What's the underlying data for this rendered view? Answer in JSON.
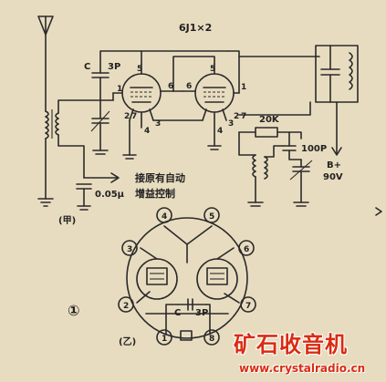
{
  "labels": {
    "tube_title": "6J1×2",
    "cap_3p_top": "3P",
    "cap_c_top": "C",
    "resistor_20k": "20K",
    "cap_100p": "100P",
    "b_plus": "B+",
    "voltage": "90V",
    "cap_005": "0.05μ",
    "agc_line1": "接原有自动",
    "agc_line2": "增益控制",
    "part_a": "(甲)",
    "part_b": "(乙)",
    "figure_num": "①",
    "cap_c_bottom": "C",
    "cap_3p_bottom": "3P"
  },
  "pins_top": {
    "v1_p5": "5",
    "v1_p1": "1",
    "v1_p6": "6",
    "v1_p2": "2",
    "v1_p7": "7",
    "v1_p4": "4",
    "v1_p3": "3",
    "v2_p5": "5",
    "v2_p6": "6",
    "v2_p1": "1",
    "v2_p2": "2",
    "v2_p7": "7",
    "v2_p4": "4",
    "v2_p3": "3"
  },
  "pins_bottom": {
    "p1": "1",
    "p2": "2",
    "p3": "3",
    "p4": "4",
    "p5": "5",
    "p6": "6",
    "p7": "7",
    "p8": "8"
  },
  "watermark": {
    "text": "矿石收音机",
    "url": "www.crystalradio.cn"
  }
}
